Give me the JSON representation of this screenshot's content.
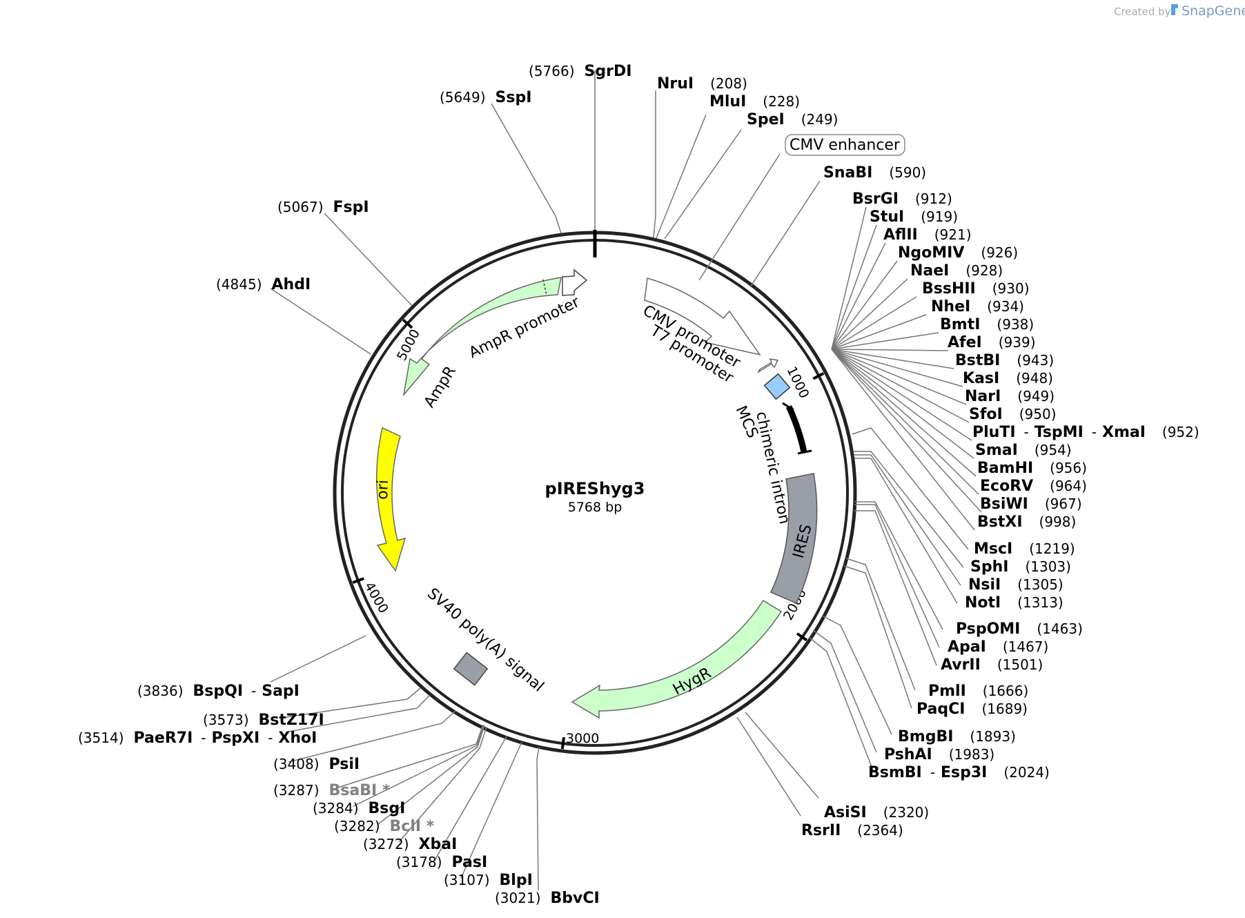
{
  "plasmid": {
    "name": "pIREShyg3",
    "length_label": "5768 bp",
    "length_bp": 5768
  },
  "credit": {
    "created_by": "Created by",
    "brand": "SnapGene"
  },
  "ticks": [
    {
      "bp": 1000,
      "label": "1000"
    },
    {
      "bp": 2000,
      "label": "2000"
    },
    {
      "bp": 3000,
      "label": "3000"
    },
    {
      "bp": 4000,
      "label": "4000"
    },
    {
      "bp": 5000,
      "label": "5000"
    }
  ],
  "features": [
    {
      "name": "CMV enhancer",
      "color": "#ffffff",
      "boxed_label": true
    },
    {
      "name": "CMV promoter",
      "color": "#ffffff"
    },
    {
      "name": "T7 promoter",
      "color": "#ffffff"
    },
    {
      "name": "MCS",
      "color": "#99ccff"
    },
    {
      "name": "chimeric intron",
      "color": "#000000"
    },
    {
      "name": "IRES",
      "color": "#9a9fa6"
    },
    {
      "name": "HygR",
      "color": "#ccffcc"
    },
    {
      "name": "SV40 poly(A) signal",
      "color": "#9a9fa6"
    },
    {
      "name": "ori",
      "color": "#ffff00"
    },
    {
      "name": "AmpR",
      "color": "#ccffcc"
    },
    {
      "name": "AmpR promoter",
      "color": "#ffffff"
    }
  ],
  "sites": [
    {
      "pos": "(5766)",
      "names": [
        "SgrDI"
      ]
    },
    {
      "pos": "(5649)",
      "names": [
        "SspI"
      ]
    },
    {
      "pos": "(5067)",
      "names": [
        "FspI"
      ]
    },
    {
      "pos": "(4845)",
      "names": [
        "AhdI"
      ]
    },
    {
      "pos": "(208)",
      "names": [
        "NruI"
      ]
    },
    {
      "pos": "(228)",
      "names": [
        "MluI"
      ]
    },
    {
      "pos": "(249)",
      "names": [
        "SpeI"
      ]
    },
    {
      "pos": "(590)",
      "names": [
        "SnaBI"
      ]
    },
    {
      "pos": "(912)",
      "names": [
        "BsrGI"
      ]
    },
    {
      "pos": "(919)",
      "names": [
        "StuI"
      ]
    },
    {
      "pos": "(921)",
      "names": [
        "AflII"
      ]
    },
    {
      "pos": "(926)",
      "names": [
        "NgoMIV"
      ]
    },
    {
      "pos": "(928)",
      "names": [
        "NaeI"
      ]
    },
    {
      "pos": "(930)",
      "names": [
        "BssHII"
      ]
    },
    {
      "pos": "(934)",
      "names": [
        "NheI"
      ]
    },
    {
      "pos": "(938)",
      "names": [
        "BmtI"
      ]
    },
    {
      "pos": "(939)",
      "names": [
        "AfeI"
      ]
    },
    {
      "pos": "(943)",
      "names": [
        "BstBI"
      ]
    },
    {
      "pos": "(948)",
      "names": [
        "KasI"
      ]
    },
    {
      "pos": "(949)",
      "names": [
        "NarI"
      ]
    },
    {
      "pos": "(950)",
      "names": [
        "SfoI"
      ]
    },
    {
      "pos": "(952)",
      "names": [
        "PluTI",
        "TspMI",
        "XmaI"
      ]
    },
    {
      "pos": "(954)",
      "names": [
        "SmaI"
      ]
    },
    {
      "pos": "(956)",
      "names": [
        "BamHI"
      ]
    },
    {
      "pos": "(964)",
      "names": [
        "EcoRV"
      ]
    },
    {
      "pos": "(967)",
      "names": [
        "BsiWI"
      ]
    },
    {
      "pos": "(998)",
      "names": [
        "BstXI"
      ]
    },
    {
      "pos": "(1219)",
      "names": [
        "MscI"
      ]
    },
    {
      "pos": "(1303)",
      "names": [
        "SphI"
      ]
    },
    {
      "pos": "(1305)",
      "names": [
        "NsiI"
      ]
    },
    {
      "pos": "(1313)",
      "names": [
        "NotI"
      ]
    },
    {
      "pos": "(1463)",
      "names": [
        "PspOMI"
      ]
    },
    {
      "pos": "(1467)",
      "names": [
        "ApaI"
      ]
    },
    {
      "pos": "(1501)",
      "names": [
        "AvrII"
      ]
    },
    {
      "pos": "(1666)",
      "names": [
        "PmlI"
      ]
    },
    {
      "pos": "(1689)",
      "names": [
        "PaqCI"
      ]
    },
    {
      "pos": "(1893)",
      "names": [
        "BmgBI"
      ]
    },
    {
      "pos": "(1983)",
      "names": [
        "PshAI"
      ]
    },
    {
      "pos": "(2024)",
      "names": [
        "BsmBI",
        "Esp3I"
      ]
    },
    {
      "pos": "(2320)",
      "names": [
        "AsiSI"
      ]
    },
    {
      "pos": "(2364)",
      "names": [
        "RsrII"
      ]
    },
    {
      "pos": "(3836)",
      "names": [
        "BspQI",
        "SapI"
      ]
    },
    {
      "pos": "(3573)",
      "names": [
        "BstZ17I"
      ]
    },
    {
      "pos": "(3514)",
      "names": [
        "PaeR7I",
        "PspXI",
        "XhoI"
      ]
    },
    {
      "pos": "(3408)",
      "names": [
        "PsiI"
      ]
    },
    {
      "pos": "(3287)",
      "names": [
        "BsaBI *"
      ],
      "gray": true
    },
    {
      "pos": "(3284)",
      "names": [
        "BsgI"
      ]
    },
    {
      "pos": "(3282)",
      "names": [
        "BclI *"
      ],
      "gray": true
    },
    {
      "pos": "(3272)",
      "names": [
        "XbaI"
      ]
    },
    {
      "pos": "(3178)",
      "names": [
        "PasI"
      ]
    },
    {
      "pos": "(3107)",
      "names": [
        "BlpI"
      ]
    },
    {
      "pos": "(3021)",
      "names": [
        "BbvCI"
      ]
    }
  ]
}
